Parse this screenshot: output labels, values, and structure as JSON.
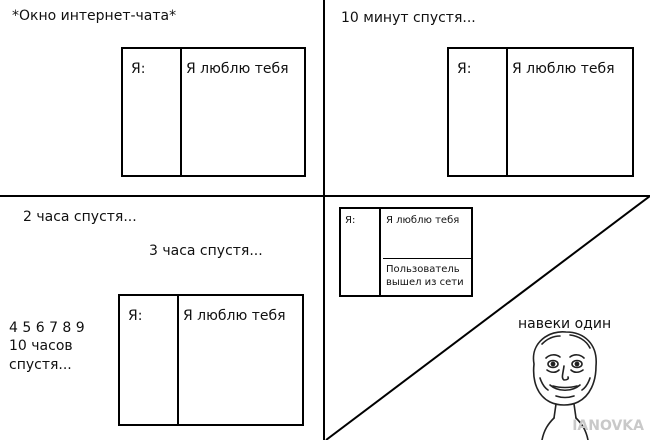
{
  "panel1": {
    "caption": "*Окно интернет-чата*",
    "who": "Я:",
    "message": "Я люблю тебя"
  },
  "panel2": {
    "caption": "10 минут спустя...",
    "who": "Я:",
    "message": "Я люблю тебя"
  },
  "panel3": {
    "caption_2h": "2 часа спустя...",
    "caption_3h": "3 часа спустя...",
    "countdown_digits": "4 5 6 7 8 9",
    "countdown_line2": "10 часов",
    "countdown_line3": "спустя...",
    "who": "Я:",
    "message": "Я люблю тебя"
  },
  "panel4": {
    "who": "Я:",
    "message": "Я люблю тебя",
    "status_line1": "Пользователь",
    "status_line2": "вышел из сети",
    "caption": "навеки один"
  },
  "watermark": "IANOVKA"
}
